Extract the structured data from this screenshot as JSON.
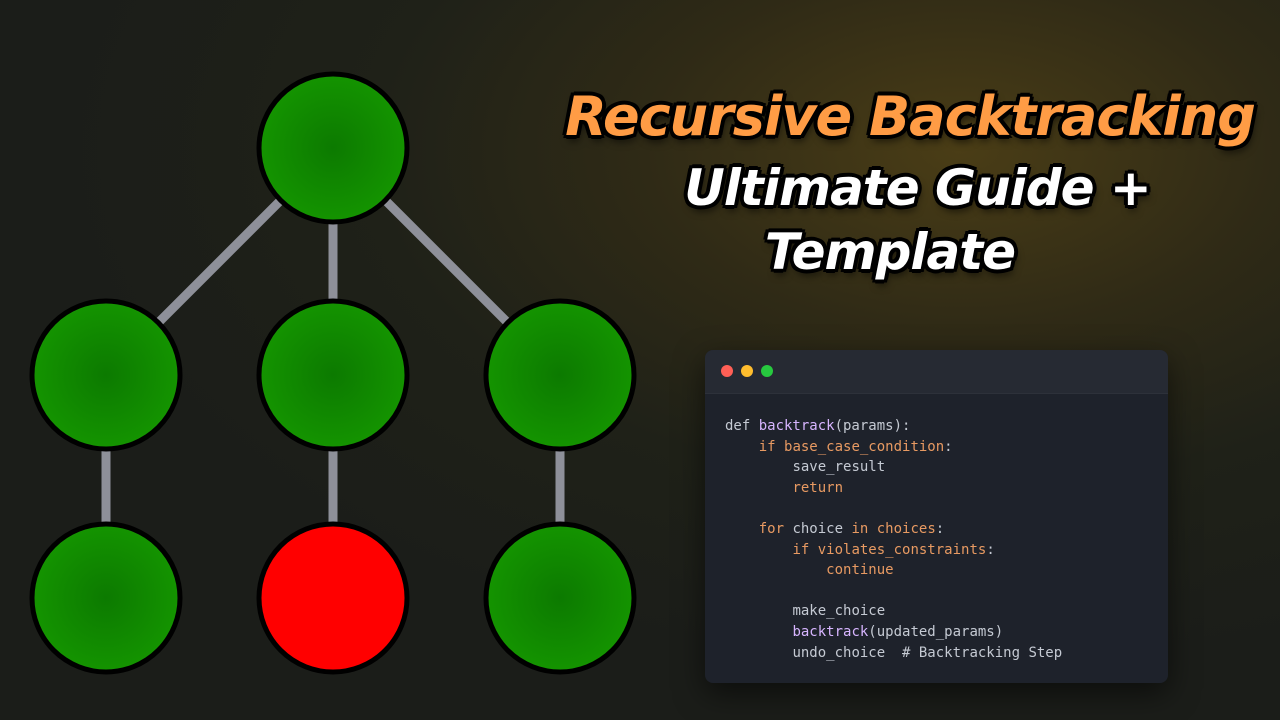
{
  "title": {
    "line1": "Recursive Backtracking",
    "line2": "Ultimate Guide +",
    "line3": "Template"
  },
  "colors": {
    "node_green": "#118a00",
    "node_red": "#ff0000",
    "edge": "#8e9099",
    "title_accent": "#ff9c45",
    "keyword": "#e89a62",
    "function": "#d7b5ff"
  },
  "tree": {
    "nodes": [
      {
        "id": "root",
        "status": "valid"
      },
      {
        "id": "child-left",
        "status": "valid"
      },
      {
        "id": "child-middle",
        "status": "valid"
      },
      {
        "id": "child-right",
        "status": "valid"
      },
      {
        "id": "leaf-left",
        "status": "valid"
      },
      {
        "id": "leaf-middle",
        "status": "invalid"
      },
      {
        "id": "leaf-right",
        "status": "valid"
      }
    ],
    "edges": [
      [
        "root",
        "child-left"
      ],
      [
        "root",
        "child-middle"
      ],
      [
        "root",
        "child-right"
      ],
      [
        "child-left",
        "leaf-left"
      ],
      [
        "child-middle",
        "leaf-middle"
      ],
      [
        "child-right",
        "leaf-right"
      ]
    ]
  },
  "code": {
    "window_buttons": [
      "close",
      "minimize",
      "maximize"
    ],
    "lines": [
      {
        "indent": "",
        "tokens": [
          {
            "t": "def ",
            "c": "pl"
          },
          {
            "t": "backtrack",
            "c": "fn"
          },
          {
            "t": "(params):",
            "c": "pl"
          }
        ]
      },
      {
        "indent": "    ",
        "tokens": [
          {
            "t": "if ",
            "c": "kw"
          },
          {
            "t": "base_case_condition",
            "c": "kw"
          },
          {
            "t": ":",
            "c": "pl"
          }
        ]
      },
      {
        "indent": "        ",
        "tokens": [
          {
            "t": "save_result",
            "c": "pl"
          }
        ]
      },
      {
        "indent": "        ",
        "tokens": [
          {
            "t": "return",
            "c": "kw"
          }
        ]
      },
      {
        "indent": "",
        "tokens": []
      },
      {
        "indent": "    ",
        "tokens": [
          {
            "t": "for ",
            "c": "kw"
          },
          {
            "t": "choice ",
            "c": "pl"
          },
          {
            "t": "in ",
            "c": "kw"
          },
          {
            "t": "choices",
            "c": "kw"
          },
          {
            "t": ":",
            "c": "pl"
          }
        ]
      },
      {
        "indent": "        ",
        "tokens": [
          {
            "t": "if ",
            "c": "kw"
          },
          {
            "t": "violates_constraints",
            "c": "kw"
          },
          {
            "t": ":",
            "c": "pl"
          }
        ]
      },
      {
        "indent": "            ",
        "tokens": [
          {
            "t": "continue",
            "c": "kw"
          }
        ]
      },
      {
        "indent": "",
        "tokens": []
      },
      {
        "indent": "        ",
        "tokens": [
          {
            "t": "make_choice",
            "c": "pl"
          }
        ]
      },
      {
        "indent": "        ",
        "tokens": [
          {
            "t": "backtrack",
            "c": "fn"
          },
          {
            "t": "(updated_params)",
            "c": "pl"
          }
        ]
      },
      {
        "indent": "        ",
        "tokens": [
          {
            "t": "undo_choice  ",
            "c": "pl"
          },
          {
            "t": "# Backtracking Step",
            "c": "cm"
          }
        ]
      }
    ]
  }
}
